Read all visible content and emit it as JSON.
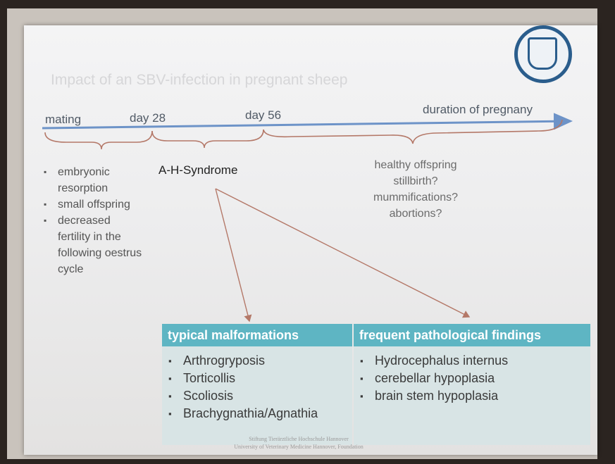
{
  "slide": {
    "title": "Impact of an SBV-infection in pregnant sheep",
    "timeline": {
      "labels": [
        "mating",
        "day 28",
        "day 56",
        "duration of pregnany"
      ]
    },
    "left_list": [
      "embryonic resorption",
      "small offspring",
      "decreased fertility in the following oestrus cycle"
    ],
    "middle_label": "A-H-Syndrome",
    "outcomes": [
      "healthy offspring",
      "stillbirth?",
      "mummifications?",
      "abortions?"
    ],
    "panels": [
      {
        "header": "typical malformations",
        "items": [
          "Arthrogryposis",
          "Torticollis",
          "Scoliosis",
          "Brachygnathia/Agnathia"
        ]
      },
      {
        "header": "frequent pathological findings",
        "items": [
          "Hydrocephalus internus",
          "cerebellar hypoplasia",
          "brain stem hypoplasia"
        ]
      }
    ],
    "footer": {
      "line1": "Stiftung Tierärztliche Hochschule Hannover",
      "line2": "University of Veterinary Medicine Hannover, Foundation"
    }
  },
  "colors": {
    "axis": "#6d93c8",
    "brace": "#b47868",
    "panel_header": "#5eb5c3",
    "panel_body": "#d8e4e5",
    "logo": "#2a5d8c"
  }
}
